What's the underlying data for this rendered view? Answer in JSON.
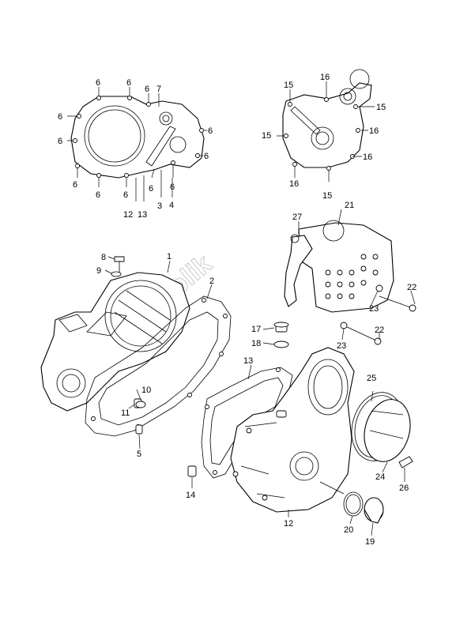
{
  "watermark": "PartsRepublik",
  "callouts": {
    "c6a": "6",
    "c6b": "6",
    "c6c": "6",
    "c7": "7",
    "c6d": "6",
    "c6e": "6",
    "c6f": "6",
    "c6g": "6",
    "c6h": "6",
    "c6i": "6",
    "c6j": "6",
    "c6k": "6",
    "c6l": "6",
    "c12a": "12",
    "c13a": "13",
    "c3": "3",
    "c4": "4",
    "c15a": "15",
    "c16a": "16",
    "c15b": "15",
    "c15c": "15",
    "c16b": "16",
    "c16c": "16",
    "c16d": "16",
    "c15d": "15",
    "c27": "27",
    "c21": "21",
    "c22a": "22",
    "c23a": "23",
    "c22b": "22",
    "c23b": "23",
    "c8": "8",
    "c9": "9",
    "c1": "1",
    "c2": "2",
    "c17": "17",
    "c18": "18",
    "c13b": "13",
    "c10": "10",
    "c11": "11",
    "c5": "5",
    "c25": "25",
    "c14": "14",
    "c24": "24",
    "c26": "26",
    "c12b": "12",
    "c20": "20",
    "c19": "19"
  }
}
